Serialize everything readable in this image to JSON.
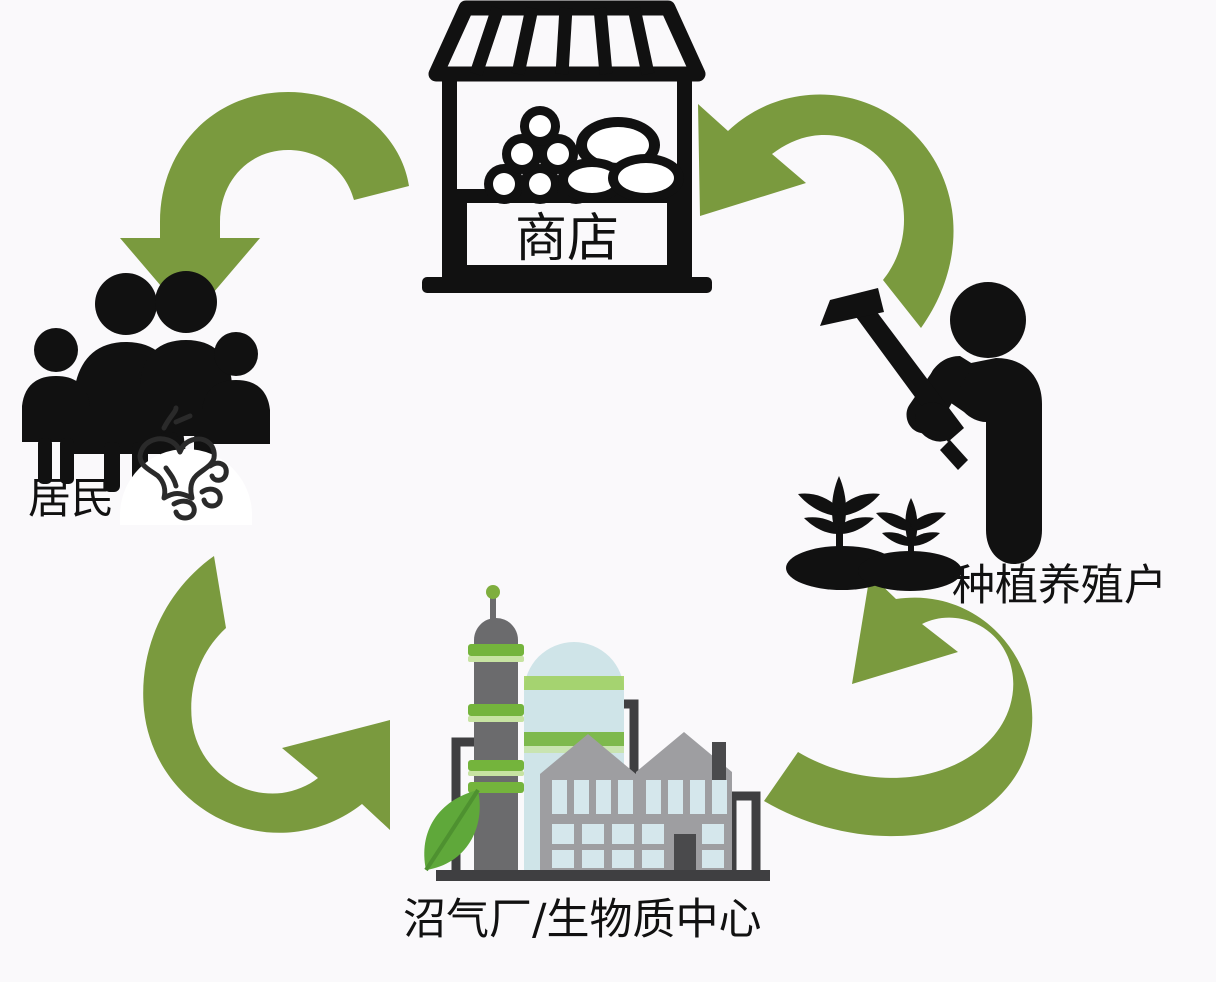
{
  "diagram": {
    "title": "",
    "type": "circular-flow",
    "background_color": "#faf9fb",
    "arrow_color": "#7a9a3e",
    "icon_color": "#111111",
    "direction": "counter-clockwise",
    "nodes": [
      {
        "id": "store",
        "label": "商店",
        "icon": "market-stall-icon",
        "position": "top-center"
      },
      {
        "id": "residents",
        "label": "居民",
        "icon": "family-group-icon",
        "secondary_icon": "apple-core-food-waste-icon",
        "position": "left"
      },
      {
        "id": "plant",
        "label": "沼气厂/生物质中心",
        "icon": "biogas-factory-icon",
        "secondary_icon": "green-leaf-icon",
        "position": "bottom-center"
      },
      {
        "id": "farmer",
        "label": "种植养殖户",
        "icon": "farmer-with-hoe-icon",
        "secondary_icon": "crops-on-soil-icon",
        "position": "right"
      }
    ],
    "arrows": [
      {
        "id": "arrow-store-to-residents",
        "from": "store",
        "to": "residents",
        "position": "top-left",
        "points": "down-left"
      },
      {
        "id": "arrow-farmer-to-store",
        "from": "farmer",
        "to": "store",
        "position": "top-right",
        "points": "left"
      },
      {
        "id": "arrow-residents-to-plant",
        "from": "residents",
        "to": "plant",
        "position": "bottom-left",
        "points": "right"
      },
      {
        "id": "arrow-plant-to-farmer",
        "from": "plant",
        "to": "farmer",
        "position": "bottom-right",
        "points": "up-right"
      }
    ],
    "colors": {
      "arrow_green": "#7a9a3e",
      "leaf_green": "#6fae3c",
      "band_green": "#74b43c",
      "tower_gray": "#6b6b6d",
      "building_gray": "#9e9ea1",
      "silo_blue": "#cfe4e8",
      "window_blue": "#d5e7ec",
      "outline_black": "#3a3a3a"
    }
  }
}
